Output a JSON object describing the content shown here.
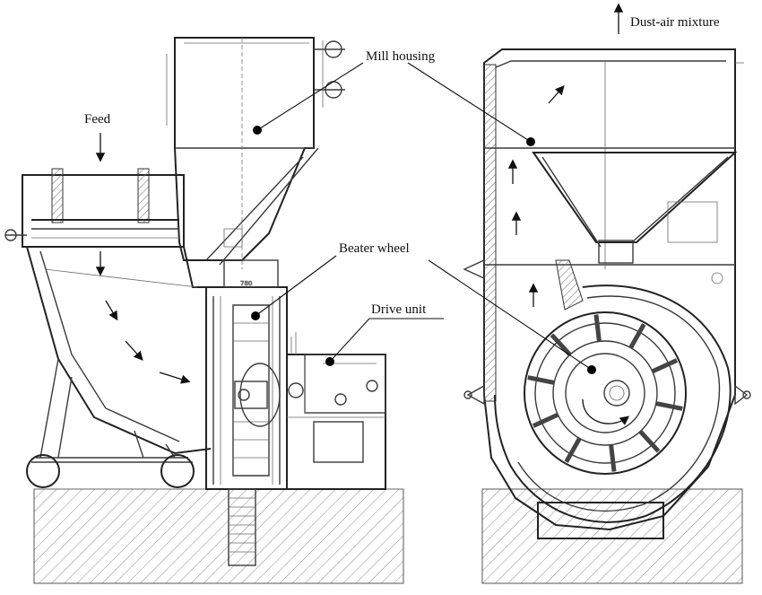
{
  "labels": {
    "dust_air_mixture": "Dust-air mixture",
    "mill_housing": "Mill housing",
    "feed": "Feed",
    "beater_wheel": "Beater wheel",
    "drive_unit": "Drive unit"
  },
  "colors": {
    "line": "#3a3a3a",
    "text": "#111111",
    "background": "#ffffff"
  }
}
